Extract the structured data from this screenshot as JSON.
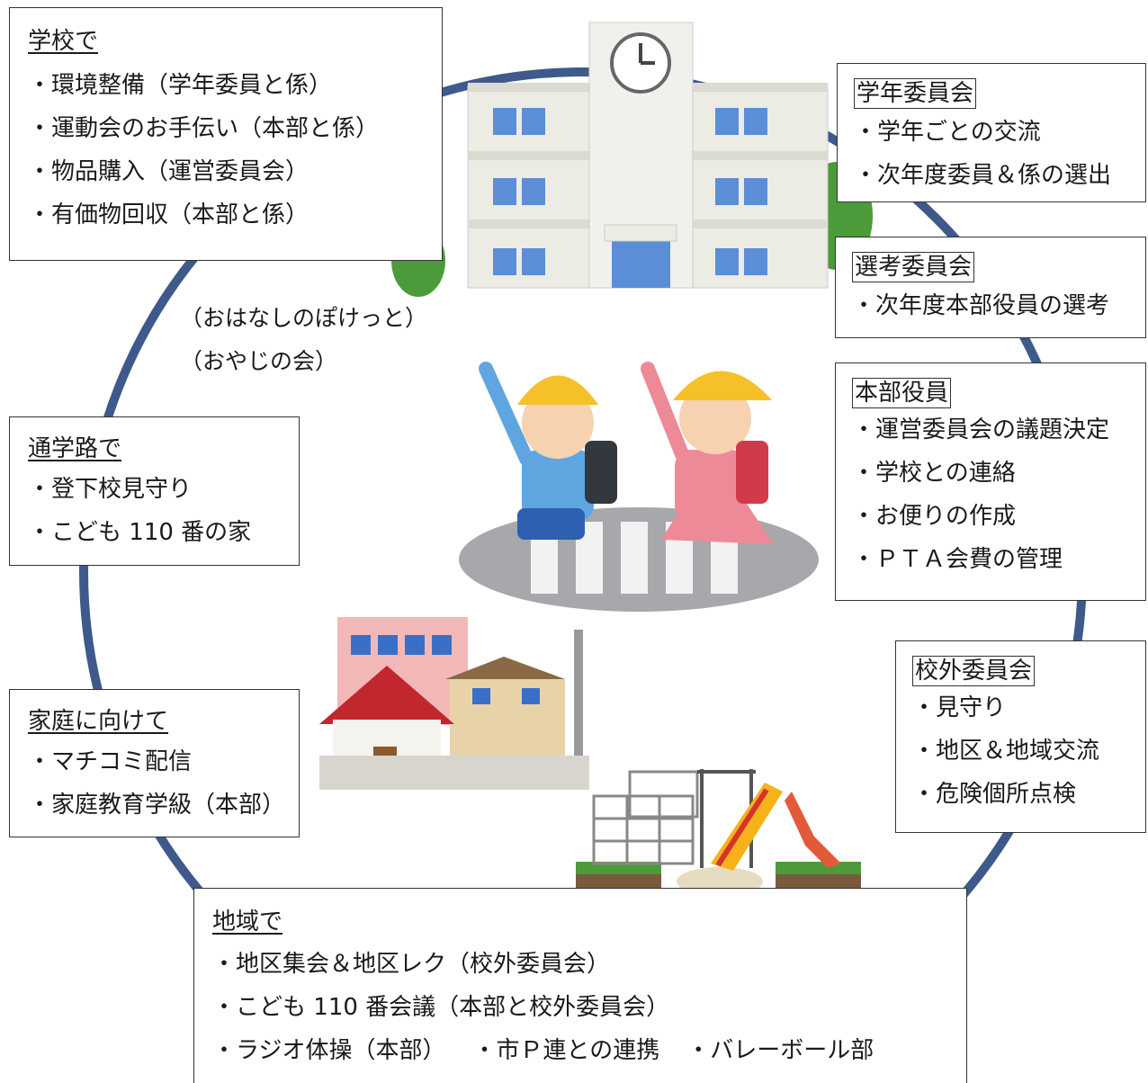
{
  "school": {
    "title": "学校で",
    "items": [
      "環境整備（学年委員と係）",
      "運動会のお手伝い（本部と係）",
      "物品購入（運営委員会）",
      "有価物回収（本部と係）"
    ]
  },
  "grade_committee": {
    "title": "学年委員会",
    "items": [
      "学年ごとの交流",
      "次年度委員＆係の選出"
    ]
  },
  "selection_committee": {
    "title": "選考委員会",
    "items": [
      "次年度本部役員の選考"
    ]
  },
  "executive": {
    "title": "本部役員",
    "items": [
      "運営委員会の議題決定",
      "学校との連絡",
      "お便りの作成",
      "ＰＴＡ会費の管理"
    ]
  },
  "outside_committee": {
    "title": "校外委員会",
    "items": [
      "見守り",
      "地区＆地域交流",
      "危険個所点検"
    ]
  },
  "school_route": {
    "title": "通学路で",
    "items": [
      "登下校見守り",
      "こども 110 番の家"
    ]
  },
  "home": {
    "title": "家庭に向けて",
    "items": [
      "マチコミ配信",
      "家庭教育学級（本部）"
    ]
  },
  "community": {
    "title": "地域で",
    "items": [
      "地区集会＆地区レク（校外委員会）",
      "こども 110 番会議（本部と校外委員会）"
    ],
    "bottom_items": [
      "ラジオ体操（本部）",
      "市Ｐ連との連携",
      "バレーボール部"
    ]
  },
  "notes": [
    "（おはなしのぽけっと）",
    "（おやじの会）"
  ],
  "colors": {
    "ring": "#3d5a8a",
    "box_border": "#333333"
  }
}
